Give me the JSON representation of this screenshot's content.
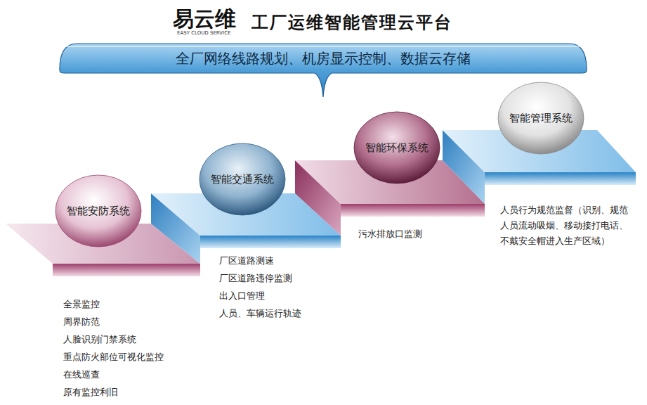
{
  "diagram": {
    "title": "工厂运维智能管理云平台",
    "nodes": [
      {
        "text": [
          "全厂网络线路规划、机房显示控制、数据云存储"
        ]
      },
      {
        "text": [
          "智能安防系统"
        ]
      },
      {
        "text": [
          "智能交通系统"
        ]
      },
      {
        "text": [
          "智能环保系统"
        ]
      },
      {
        "text": [
          "智能管理系统"
        ]
      }
    ],
    "labels": [
      "易云维",
      "EASY CLOUD SERVICE",
      "全景监控",
      "周界防范",
      "人脸识别门禁系统",
      "重点防火部位可视化监控",
      "在线巡查",
      "原有监控利旧",
      "厂区道路测速",
      "厂区道路违停监测",
      "出入口管理",
      "人员、车辆运行轨迹",
      "污水排放口监测",
      "人员行为规范监督（识别、规范人员流动吸烟、移动接打电话、不戴安全帽进入生产区域）"
    ]
  }
}
